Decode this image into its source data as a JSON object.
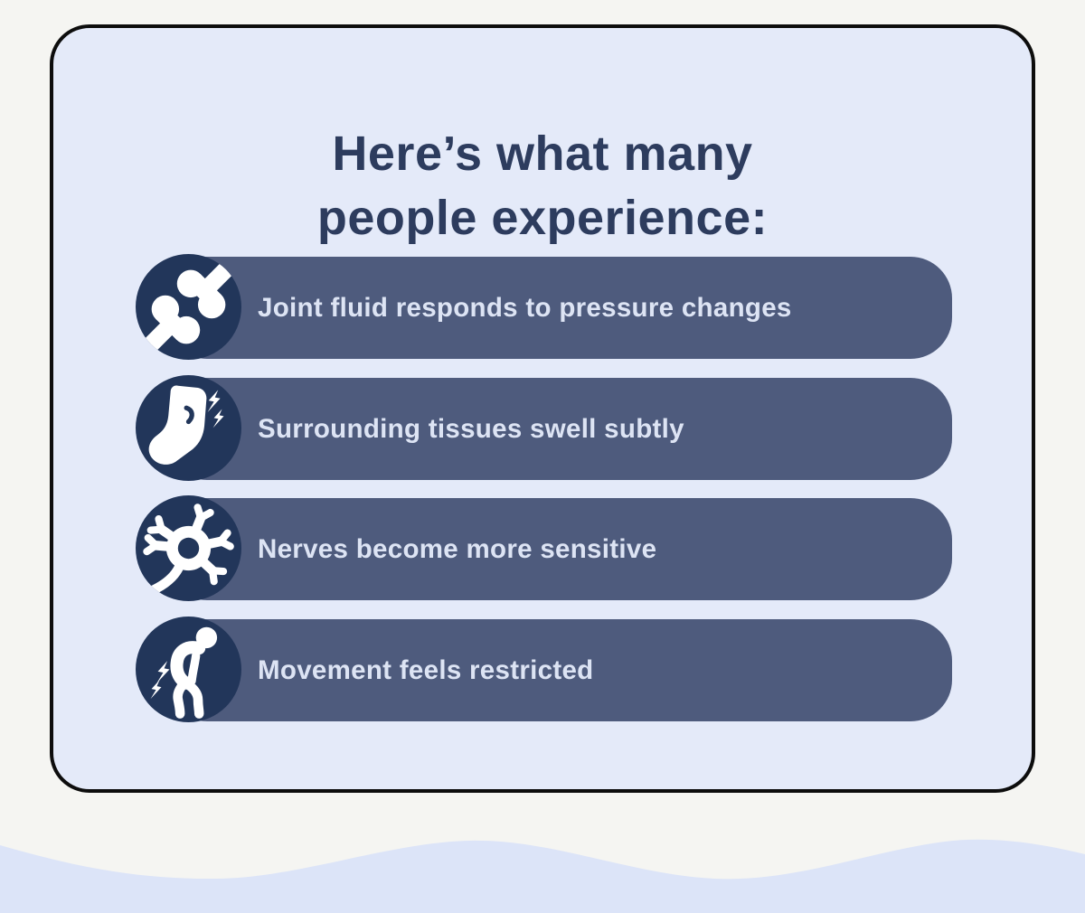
{
  "page": {
    "background_color": "#f5f5f2",
    "wave_color": "#dce4f8"
  },
  "card": {
    "background_color": "#e4eaf9",
    "border_color": "#0d0d0d",
    "title_color": "#2d3c5e",
    "title_line1": "Here’s what many",
    "title_line2": "people experience:",
    "pill_color": "#4e5b7d",
    "icon_circle_color": "#22365a",
    "row_text_color": "#dde4f4",
    "rows": [
      {
        "icon": "joint-icon",
        "label": "Joint fluid responds to pressure changes"
      },
      {
        "icon": "ankle-swelling-icon",
        "label": "Surrounding tissues swell subtly"
      },
      {
        "icon": "nerve-icon",
        "label": "Nerves become more sensitive"
      },
      {
        "icon": "bent-person-pain-icon",
        "label": "Movement feels restricted"
      }
    ]
  }
}
